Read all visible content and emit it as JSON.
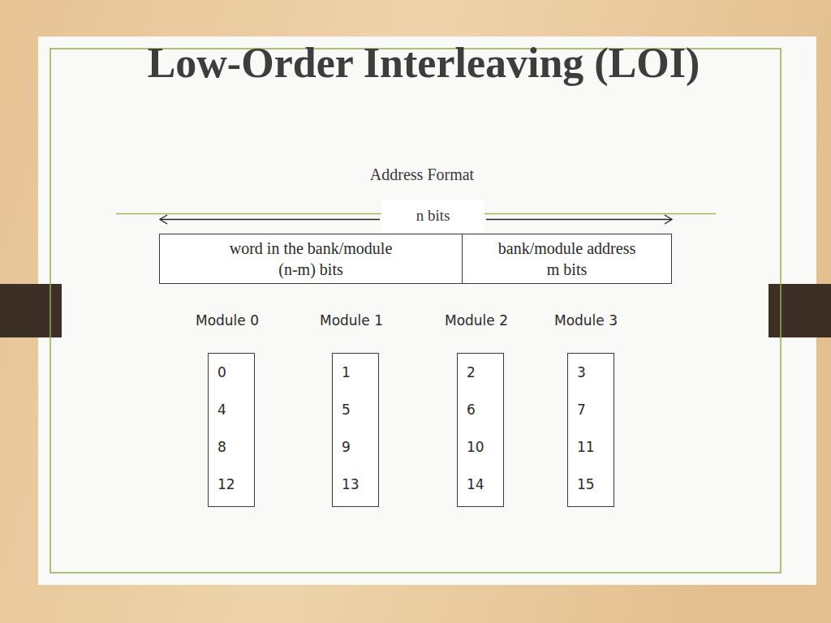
{
  "diagram": {
    "title": "Low-Order Interleaving (LOI)",
    "nodes": [
      {
        "text": [
          "word in the bank/module",
          "(n-m) bits"
        ]
      },
      {
        "text": [
          "bank/module address",
          "m bits"
        ]
      },
      {
        "text": [
          "Module 0",
          "0",
          "4",
          "8",
          "12"
        ]
      },
      {
        "text": [
          "Module 1",
          "1",
          "5",
          "9",
          "13"
        ]
      },
      {
        "text": [
          "Module 2",
          "2",
          "6",
          "10",
          "14"
        ]
      },
      {
        "text": [
          "Module 3",
          "3",
          "7",
          "11",
          "15"
        ]
      }
    ],
    "labels": [
      "Address Format",
      "n bits"
    ]
  }
}
